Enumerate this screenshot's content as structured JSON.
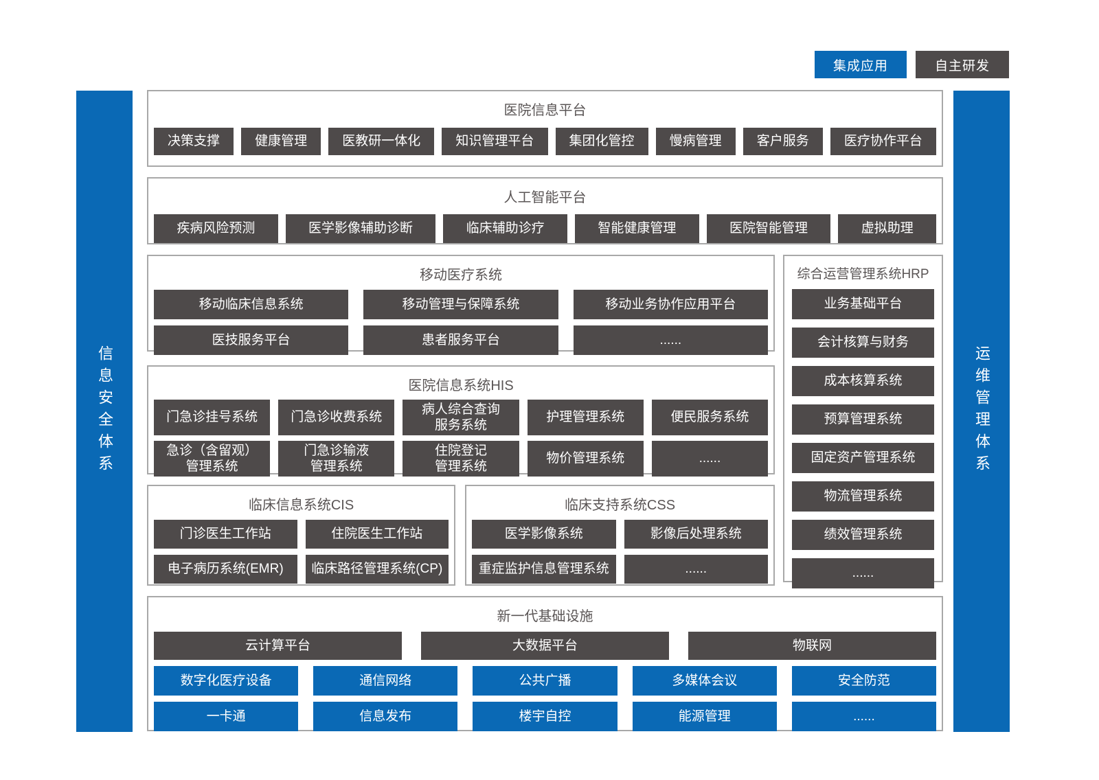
{
  "colors": {
    "blue": "#0a69b5",
    "dark": "#4e4a4a",
    "border": "#a8a8a8",
    "title_text": "#5a5555"
  },
  "legend": {
    "integrated": "集成应用",
    "self_developed": "自主研发"
  },
  "bars": {
    "left": "信息安全体系",
    "right": "运维管理体系"
  },
  "sections": {
    "platform": {
      "title": "医院信息平台",
      "items": [
        "决策支撑",
        "健康管理",
        "医教研一体化",
        "知识管理平台",
        "集团化管控",
        "慢病管理",
        "客户服务",
        "医疗协作平台"
      ]
    },
    "ai": {
      "title": "人工智能平台",
      "items": [
        "疾病风险预测",
        "医学影像辅助诊断",
        "临床辅助诊疗",
        "智能健康管理",
        "医院智能管理",
        "虚拟助理"
      ]
    },
    "mobile": {
      "title": "移动医疗系统",
      "rows": [
        [
          "移动临床信息系统",
          "移动管理与保障系统",
          "移动业务协作应用平台"
        ],
        [
          "医技服务平台",
          "患者服务平台",
          "......"
        ]
      ]
    },
    "hrp": {
      "title": "综合运营管理系统HRP",
      "items": [
        "业务基础平台",
        "会计核算与财务",
        "成本核算系统",
        "预算管理系统",
        "固定资产管理系统",
        "物流管理系统",
        "绩效管理系统",
        "......"
      ]
    },
    "his": {
      "title": "医院信息系统HIS",
      "rows": [
        [
          "门急诊挂号系统",
          "门急诊收费系统",
          "病人综合查询\n服务系统",
          "护理管理系统",
          "便民服务系统"
        ],
        [
          "急诊（含留观）\n管理系统",
          "门急诊输液\n管理系统",
          "住院登记\n管理系统",
          "物价管理系统",
          "......"
        ]
      ]
    },
    "cis": {
      "title": "临床信息系统CIS",
      "rows": [
        [
          "门诊医生工作站",
          "住院医生工作站"
        ],
        [
          "电子病历系统(EMR)",
          "临床路径管理系统(CP)"
        ]
      ]
    },
    "css": {
      "title": "临床支持系统CSS",
      "rows": [
        [
          "医学影像系统",
          "影像后处理系统"
        ],
        [
          "重症监护信息管理系统",
          "......"
        ]
      ]
    },
    "infra": {
      "title": "新一代基础设施",
      "dark_row": [
        "云计算平台",
        "大数据平台",
        "物联网"
      ],
      "blue_rows": [
        [
          "数字化医疗设备",
          "通信网络",
          "公共广播",
          "多媒体会议",
          "安全防范"
        ],
        [
          "一卡通",
          "信息发布",
          "楼宇自控",
          "能源管理",
          "......"
        ]
      ]
    }
  }
}
